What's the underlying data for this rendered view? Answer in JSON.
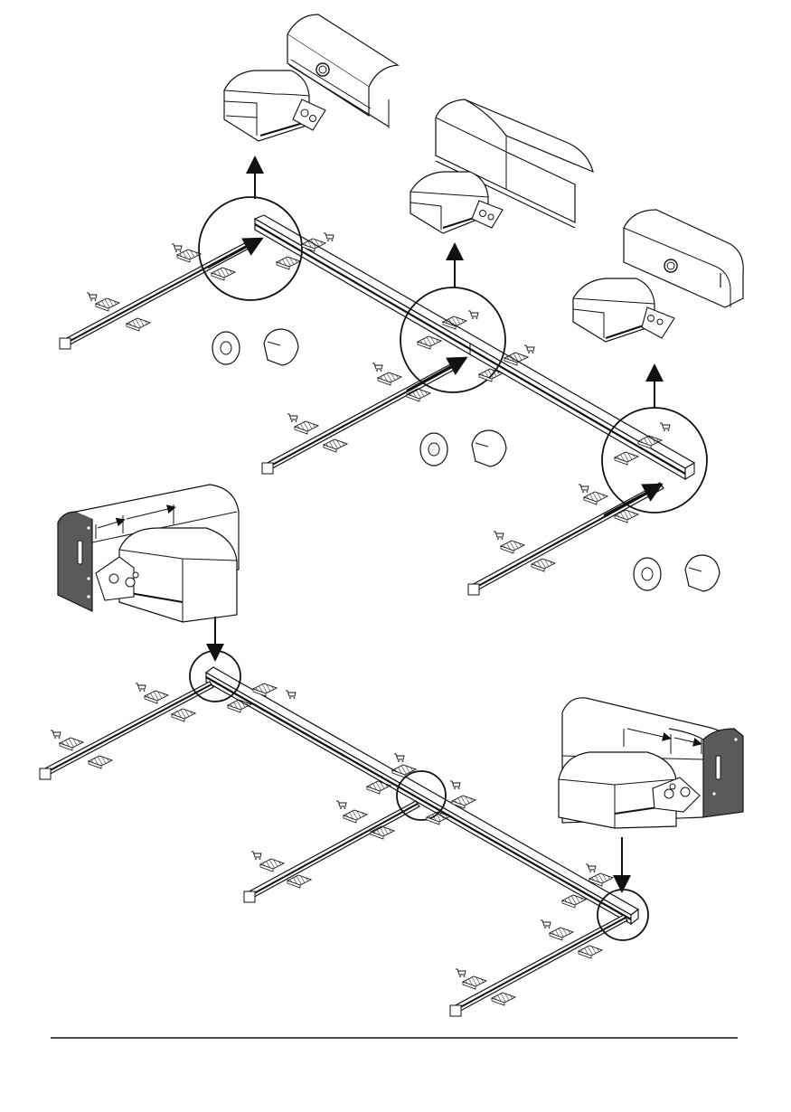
{
  "page": {
    "background": "#ffffff",
    "line_color": "#111111",
    "shade_color": "#9a9a9a",
    "dark_panel_color": "#5a5a5a"
  },
  "icons": {
    "cart": "shopping-cart-icon",
    "foot_pad": "foot-pad",
    "washer": "washer",
    "cap_nut": "cap-nut",
    "arrow": "direction-arrow",
    "magnifier": "detail-circle"
  },
  "sections": [
    {
      "name": "upper-assembly",
      "detail_views": 3,
      "circle_callouts": 3,
      "hardware_pairs": 3
    },
    {
      "name": "lower-assembly",
      "detail_views": 2,
      "circle_callouts": 3
    }
  ]
}
